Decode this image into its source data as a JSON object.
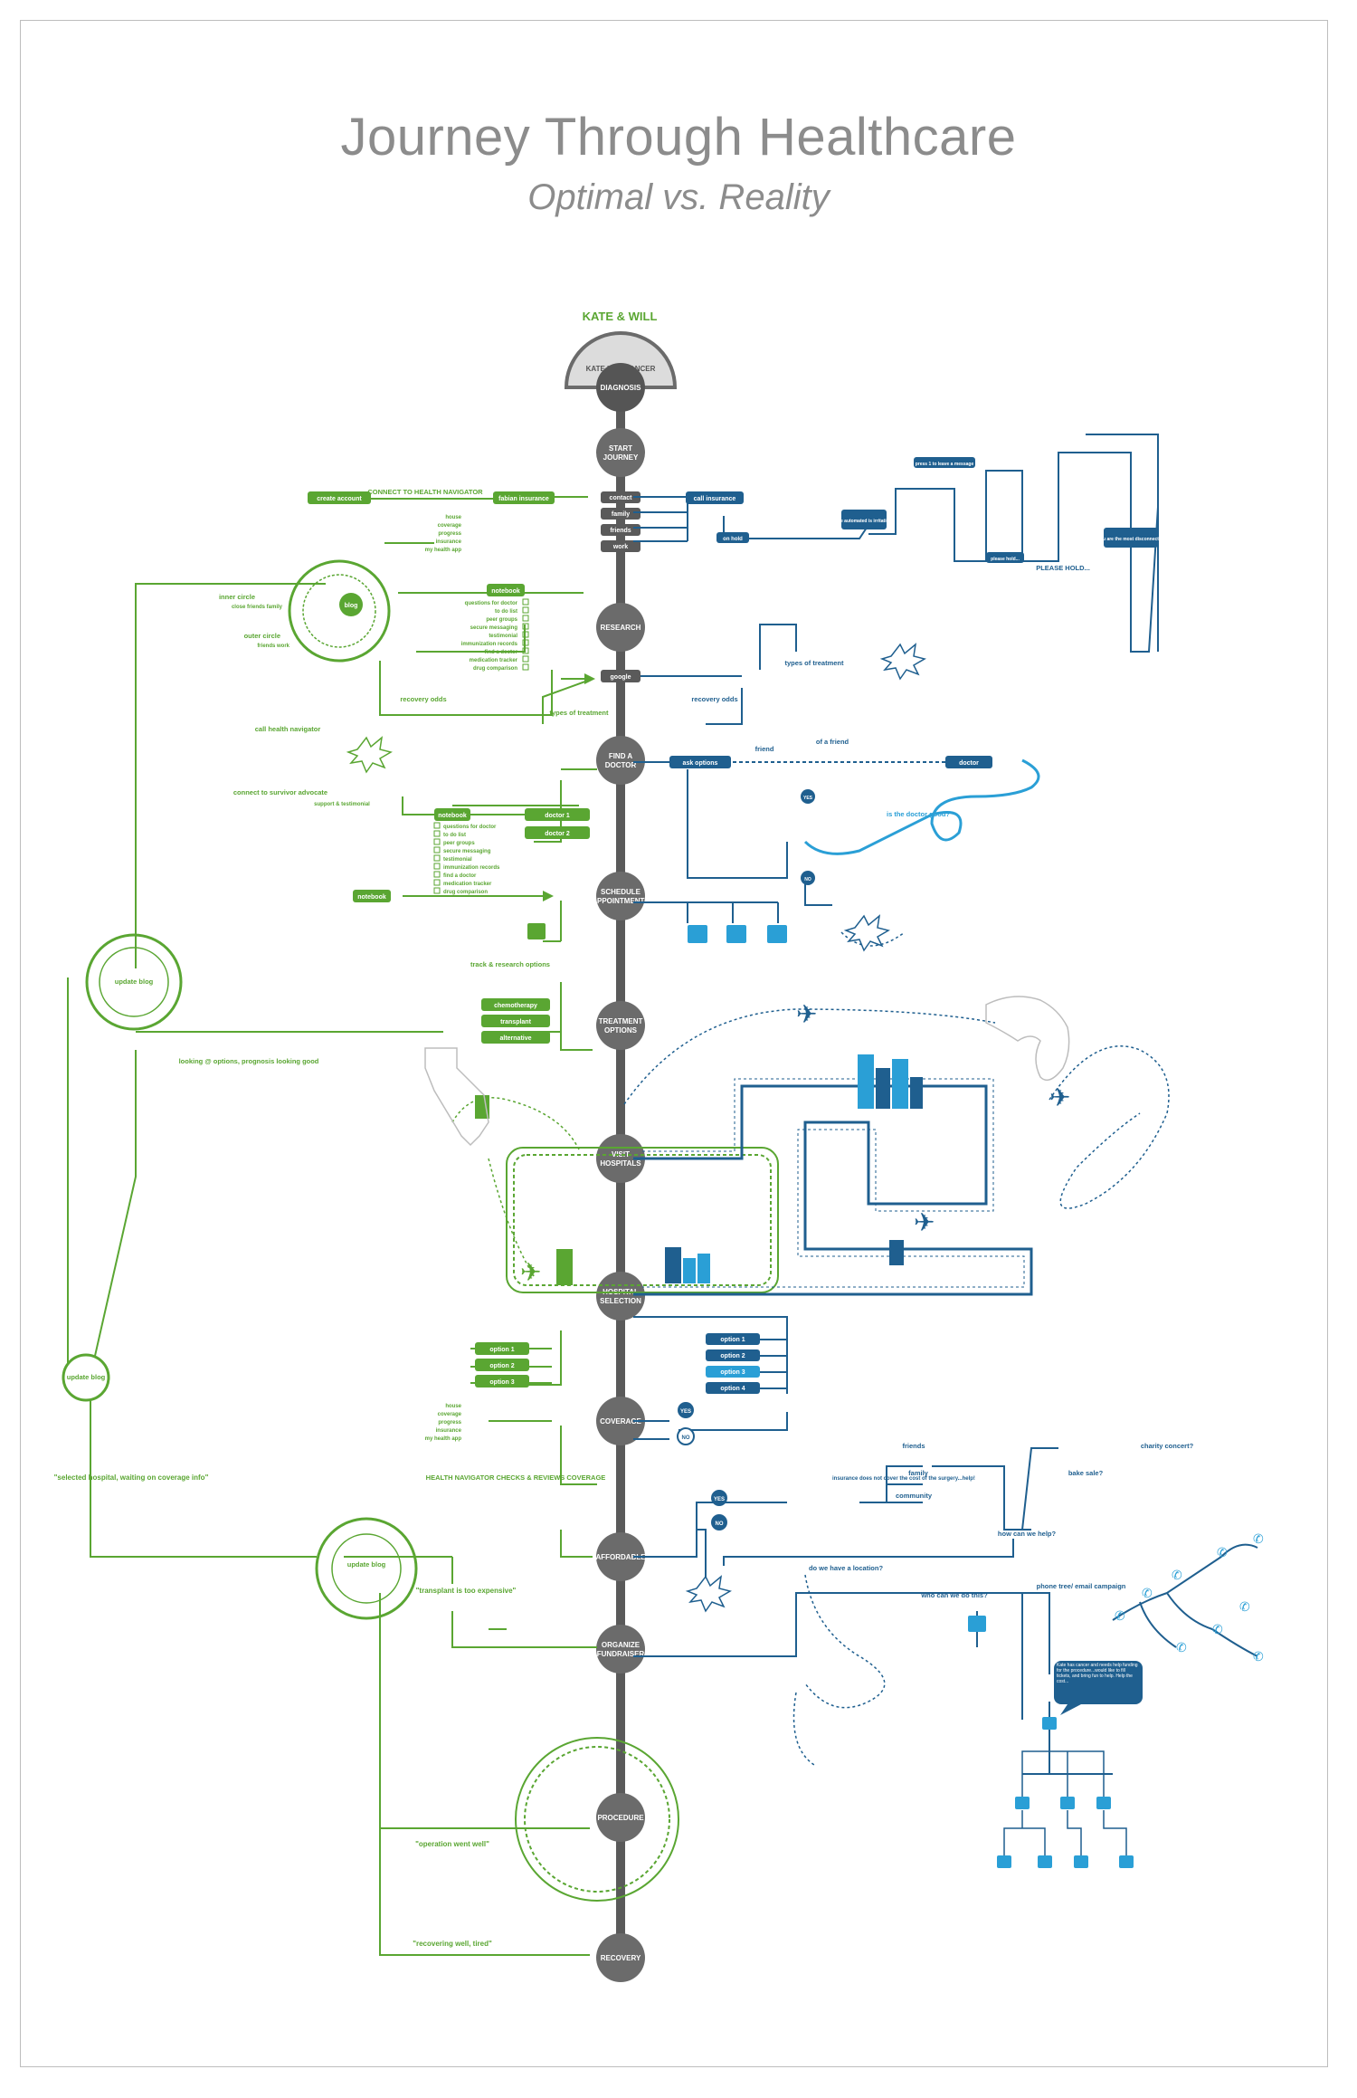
{
  "title": "Journey Through Healthcare",
  "subtitle": "Optimal vs. Reality",
  "couple_label": "KATE & WILL",
  "arc_label": "KATE HAS CANCER",
  "colors": {
    "optimal_green": "#5aa632",
    "reality_navy": "#1f5f8f",
    "reality_cyan": "#2a9fd6",
    "timeline_gray": "#5a5a5a",
    "node_gray": "#6b6b6b"
  },
  "stages": [
    {
      "key": "diagnosis",
      "label": "DIAGNOSIS"
    },
    {
      "key": "start",
      "label": "START JOURNEY"
    },
    {
      "key": "research",
      "label": "RESEARCH"
    },
    {
      "key": "find",
      "label": "FIND A DOCTOR"
    },
    {
      "key": "schedule",
      "label": "SCHEDULE APPOINTMENTS"
    },
    {
      "key": "treatment",
      "label": "TREATMENT OPTIONS"
    },
    {
      "key": "visit",
      "label": "VISIT HOSPITALS"
    },
    {
      "key": "selection",
      "label": "HOSPITAL SELECTION"
    },
    {
      "key": "coverage",
      "label": "COVERAGE"
    },
    {
      "key": "affordable",
      "label": "AFFORDABLE"
    },
    {
      "key": "organize",
      "label": "ORGANIZE FUNDRAISER"
    },
    {
      "key": "procedure",
      "label": "PROCEDURE"
    },
    {
      "key": "recovery",
      "label": "RECOVERY"
    }
  ],
  "contact_pills": [
    "contact",
    "family",
    "friends",
    "work"
  ],
  "optimal": {
    "create_account": "create account",
    "connect_navigator": "CONNECT TO HEALTH NAVIGATOR",
    "nav_items": [
      "house",
      "coverage",
      "progress",
      "insurance",
      "my health app"
    ],
    "reconnect": "fabian insurance",
    "notebook": "notebook",
    "notebook_items": [
      "questions for doctor",
      "to do list",
      "peer groups",
      "secure messaging",
      "testimonial",
      "immunization records",
      "find a doctor",
      "medication tracker",
      "drug comparison"
    ],
    "inner_circle": "inner circle",
    "inner_circle_sub": "close friends family",
    "outer_circle": "outer circle",
    "outer_circle_sub": "friends work",
    "blog": "blog",
    "recovery_odds": "recovery odds",
    "types_treatment": "types of treatment",
    "call_navigator": "call health navigator",
    "connect_survivor": "connect to survivor advocate",
    "support": "support & testimonial",
    "doctors": [
      "doctor 1",
      "doctor 2"
    ],
    "check_items": [
      "questions for doctor",
      "to do list",
      "peer groups",
      "secure messaging",
      "testimonial",
      "immunization records",
      "find a doctor",
      "medication tracker",
      "drug comparison"
    ],
    "track_research": "track & research options",
    "treatments": [
      "chemotherapy",
      "transplant",
      "alternative"
    ],
    "update_blog": "update blog",
    "looking_up": "looking @ options, prognosis looking good",
    "options": [
      "option 1",
      "option 2",
      "option 3"
    ],
    "coverage_items": [
      "house",
      "coverage",
      "progress",
      "insurance",
      "my health app"
    ],
    "navigator_checks": "HEALTH NAVIGATOR CHECKS & REVIEWS COVERAGE",
    "quote_hospital": "\"selected hospital, waiting on coverage info\"",
    "quote_transplant": "\"transplant is too expensive\"",
    "quote_operation": "\"operation went well\"",
    "quote_recovering": "\"recovering well, tired\""
  },
  "reality": {
    "call_insurance": "call insurance",
    "hold": "on hold",
    "menu": "press 1 to leave a message",
    "transferred": "the automated is irritation",
    "please_hold": "please hold...",
    "please_hold_2": "PLEASE HOLD...",
    "disconnected": "you are the most disconnected",
    "google": "google",
    "types_treatment": "types of treatment",
    "recovery_odds": "recovery odds",
    "ask_options": "ask options",
    "friend": "friend",
    "of_a_friend": "of a friend",
    "doctor": "doctor",
    "is_doctor_good": "is the doctor good?",
    "yes": "YES",
    "no": "NO",
    "options": [
      "option 1",
      "option 2",
      "option 3",
      "option 4"
    ],
    "insurance_note": "insurance does not cover the cost of the surgery...help!",
    "friends": "friends",
    "family": "family",
    "community": "community",
    "bake_sale": "bake sale?",
    "charity_concert": "charity concert?",
    "how_help": "how can we help?",
    "location": "do we have a location?",
    "how_do_this": "who can we do this?",
    "phone_tree": "phone tree/ email campaign",
    "bubble": "Kate has cancer and needs help funding for the procedure...would like to fill tickets, and bring fun to help. Help the cost..."
  }
}
